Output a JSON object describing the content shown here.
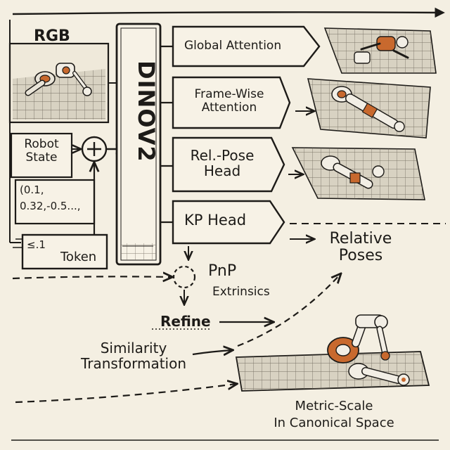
{
  "inputs": {
    "rgb_label": "RGB",
    "robot_state_line1": "Robot",
    "robot_state_line2": "State",
    "state_values_line1": "(0.1,",
    "state_values_line2": "0.32,-0.5...,",
    "token_prefix": "≤.1",
    "token_label": "Token"
  },
  "backbone": {
    "label": "DINOV2"
  },
  "heads": {
    "global_attention": "Global Attention",
    "frame_wise_line1": "Frame-Wise",
    "frame_wise_line2": "Attention",
    "rel_pose_line1": "Rel.-Pose",
    "rel_pose_line2": "Head",
    "kp_head": "KP Head"
  },
  "pipeline": {
    "pnp_line1": "PnP",
    "pnp_line2": "Extrinsics",
    "refine": "Refine",
    "similarity_line1": "Similarity",
    "similarity_line2": "Transformation"
  },
  "outputs": {
    "relative_poses_line1": "Relative",
    "relative_poses_line2": "Poses",
    "metric_line1": "Metric-Scale",
    "metric_line2": "In Canonical Space"
  },
  "colors": {
    "ink": "#1d1b18",
    "paper": "#f4efe2",
    "box_fill": "#f7f2e6",
    "robot_accent": "#c8692e",
    "floor": "#cfc8b8"
  },
  "icons": {
    "sum_node": "circle-plus-icon",
    "pnp_node": "dashed-circle-icon",
    "robot": "robot-arm-sketch"
  }
}
